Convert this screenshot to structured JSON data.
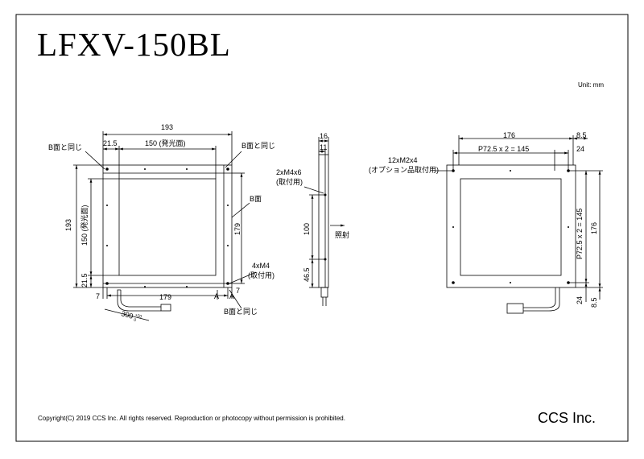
{
  "title": "LFXV-150BL",
  "unit": "Unit: mm",
  "copyright": "Copyright(C) 2019 CCS Inc. All rights reserved. Reproduction or photocopy without permission is prohibited.",
  "company": "CCS Inc.",
  "front": {
    "dim_width": "193",
    "dim_left": "21.5",
    "dim_emit": "150 (発光面)",
    "note_tl": "B面と同じ",
    "note_tr": "B面と同じ",
    "note_b": "B面",
    "dim_height": "193",
    "dim_emit_v": "150 (発光面)",
    "dim_bottom_left": "21.5",
    "dim_right_h": "179",
    "dim_bottom": "179",
    "screw": "4xM4",
    "screw_note": "(取付用)",
    "dim_7l": "7",
    "dim_7r": "7",
    "mark_a1": "A",
    "mark_a2": "A",
    "note_bottom": "B面と同じ",
    "cable": "300",
    "cable_tol_plus": "+20",
    "cable_tol_minus": "0"
  },
  "side": {
    "dim_16": "16",
    "dim_11": "11",
    "screw": "2xM4x6",
    "screw_note": "(取付用)",
    "dim_100": "100",
    "dim_46_5": "46.5",
    "irradiation": "照射"
  },
  "back": {
    "dim_176": "176",
    "dim_8_5_top": "8.5",
    "pitch_h": "P72.5 x 2 = 145",
    "dim_24_top": "24",
    "screw": "12xM2x4",
    "screw_note": "(オプション品取付用)",
    "pitch_v": "P72.5 x 2 = 145",
    "dim_176_v": "176",
    "dim_24_bottom": "24",
    "dim_8_5_bottom": "8.5"
  }
}
